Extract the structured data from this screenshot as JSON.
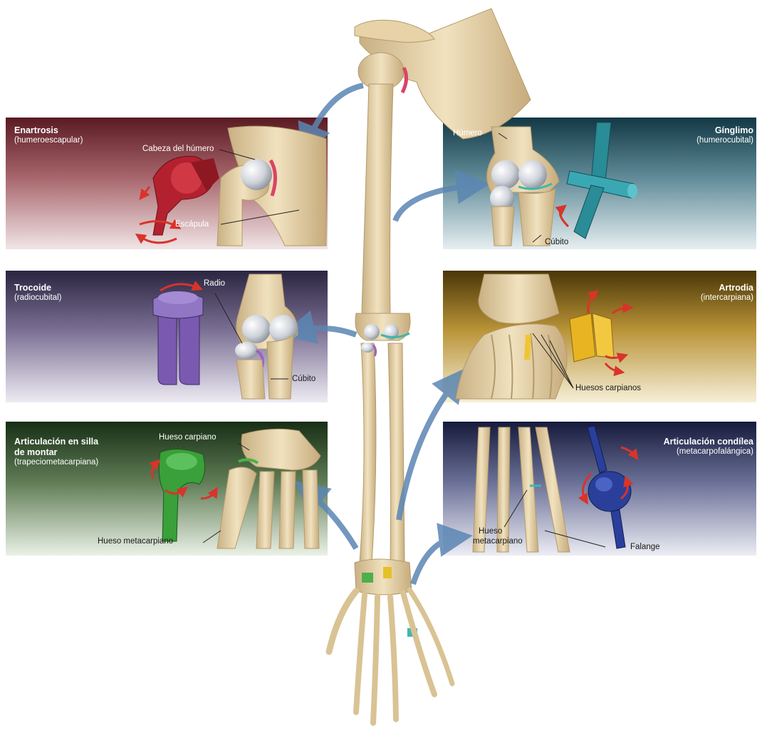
{
  "panels": {
    "enartrosis": {
      "title": "Enartrosis",
      "subtitle": "(humeroescapular)",
      "labels": [
        "Cabeza del húmero",
        "Escápula"
      ],
      "model_color": "#b3212f"
    },
    "ginglimo": {
      "title": "Gínglimo",
      "subtitle": "(humerocubital)",
      "labels": [
        "Húmero",
        "Cúbito"
      ],
      "model_color": "#2a8c96"
    },
    "trocoide": {
      "title": "Trocoide",
      "subtitle": "(radiocubital)",
      "labels": [
        "Radio",
        "Cúbito"
      ],
      "model_color": "#7a5ab0"
    },
    "artrodia": {
      "title": "Artrodia",
      "subtitle": "(intercarpiana)",
      "labels": [
        "Huesos carpianos"
      ],
      "model_color": "#e8b422"
    },
    "silla": {
      "title_line1": "Articulación en silla",
      "title_line2": "de montar",
      "subtitle": "(trapeciometacarpiana)",
      "labels": [
        "Hueso carpiano",
        "Hueso metacarpiano"
      ],
      "model_color": "#3aa03a"
    },
    "condilea": {
      "title": "Articulación condílea",
      "subtitle": "(metacarpofalángica)",
      "labels": [
        "Hueso",
        "metacarpiano",
        "Falange"
      ],
      "model_color": "#2a3f9a"
    }
  },
  "colors": {
    "bone": "#e9d6ad",
    "bone_shade": "#c9b083",
    "arrow": "#5b86b3",
    "rotation_arrow": "#d8342a"
  },
  "icons": [
    "rotation-arrow-icon",
    "pointer-arrow-icon"
  ]
}
